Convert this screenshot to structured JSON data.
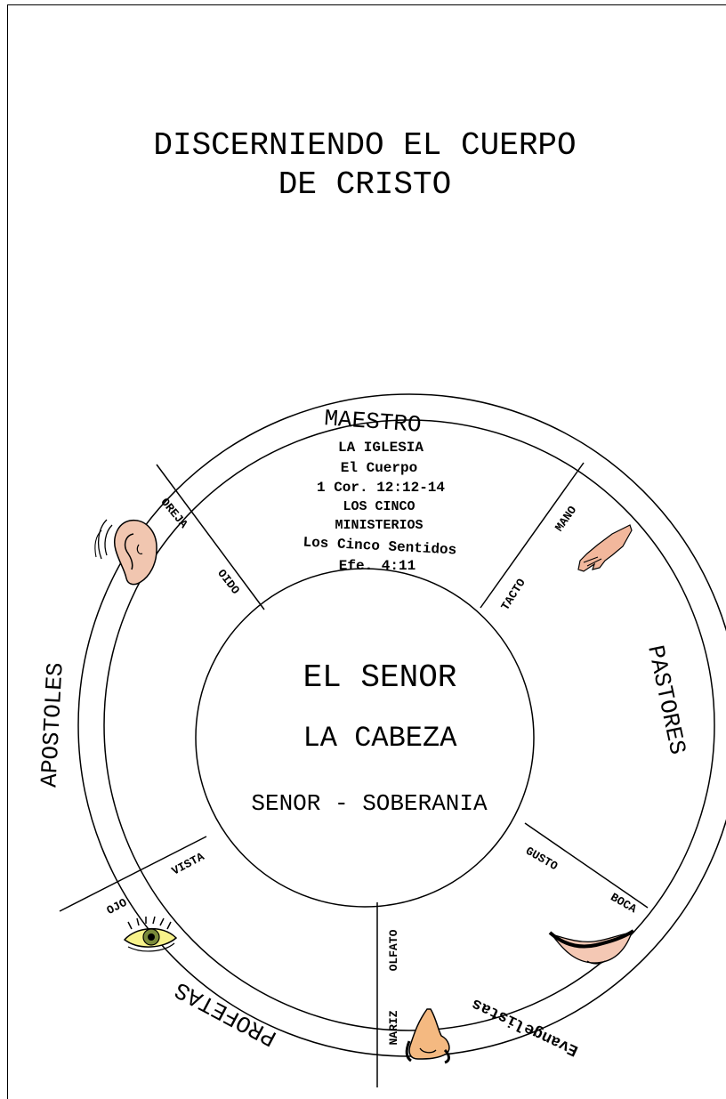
{
  "title": {
    "line1": "DISCERNIENDO EL CUERPO",
    "line2": "DE CRISTO"
  },
  "center": {
    "line1": "EL SENOR",
    "line2": "LA CABEZA",
    "line3": "SENOR - SOBERANIA"
  },
  "top_section": {
    "heading": "MAESTRO",
    "lines": [
      "LA IGLESIA",
      "El Cuerpo",
      "1 Cor. 12:12-14",
      "LOS CINCO",
      "MINISTERIOS",
      "Los Cinco Sentidos",
      "Efe. 4:11"
    ]
  },
  "ministries": {
    "apostoles": "APOSTOLES",
    "pastores": "PASTORES",
    "profetas": "PROFETAS",
    "evangelistas": "Evangelistas"
  },
  "organs": {
    "oreja": "OREJA",
    "mano": "MANO",
    "ojo": "OJO",
    "boca": "BOCA",
    "nariz": "NARIZ"
  },
  "senses": {
    "oido": "OIDO",
    "tacto": "TACTO",
    "vista": "VISTA",
    "gusto": "GUSTO",
    "olfato": "OLFATO"
  },
  "icons": [
    "ear-icon",
    "hand-icon",
    "eye-icon",
    "mouth-icon",
    "nose-icon"
  ]
}
